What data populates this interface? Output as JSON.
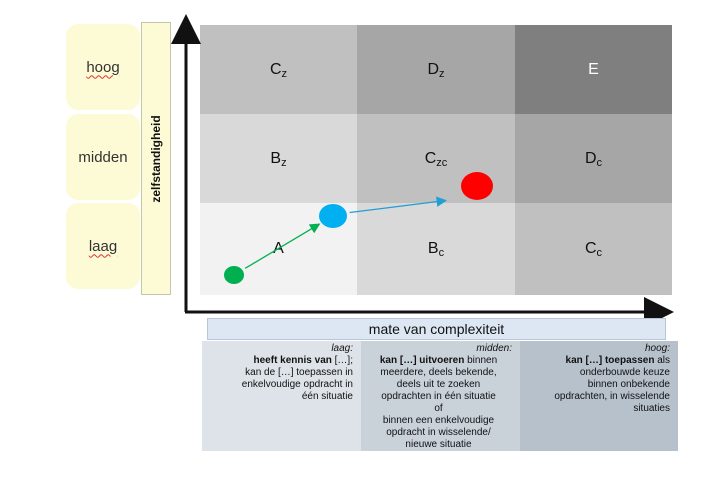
{
  "y_axis": {
    "label": "zelfstandigheid",
    "levels": [
      {
        "label": "hoog",
        "spellcheck": true
      },
      {
        "label": "midden",
        "spellcheck": false
      },
      {
        "label": "laag",
        "spellcheck": true
      }
    ]
  },
  "x_axis": {
    "label": "mate van complexiteit",
    "levels": [
      {
        "title": "laag:",
        "lines": [
          {
            "bold": "heeft kennis van",
            "rest": " […];"
          },
          {
            "bold": "",
            "rest": "kan de […] toepassen in"
          },
          {
            "bold": "",
            "rest": "enkelvoudige opdracht in"
          },
          {
            "bold": "",
            "rest": "één situatie"
          }
        ]
      },
      {
        "title": "midden:",
        "lines": [
          {
            "bold": "kan […] uitvoeren",
            "rest": " binnen"
          },
          {
            "bold": "",
            "rest": "meerdere, deels bekende,"
          },
          {
            "bold": "",
            "rest": "deels uit te zoeken"
          },
          {
            "bold": "",
            "rest": "opdrachten in één situatie"
          },
          {
            "bold": "",
            "rest": "of"
          },
          {
            "bold": "",
            "rest": "binnen een enkelvoudige"
          },
          {
            "bold": "",
            "rest": "opdracht in wisselende/"
          },
          {
            "bold": "",
            "rest": "nieuwe situatie"
          }
        ]
      },
      {
        "title": "hoog:",
        "lines": [
          {
            "bold": "kan […] toepassen",
            "rest": " als"
          },
          {
            "bold": "",
            "rest": "onderbouwde keuze"
          },
          {
            "bold": "",
            "rest": "binnen onbekende"
          },
          {
            "bold": "",
            "rest": "opdrachten, in wisselende"
          },
          {
            "bold": "",
            "rest": "situaties"
          }
        ]
      }
    ]
  },
  "grid": [
    [
      {
        "main": "C",
        "sub": "z",
        "color": "#c0c0c0",
        "text_color": "#111111"
      },
      {
        "main": "D",
        "sub": "z",
        "color": "#a6a6a6",
        "text_color": "#111111"
      },
      {
        "main": "E",
        "sub": "",
        "color": "#7f7f7f",
        "text_color": "#ffffff"
      }
    ],
    [
      {
        "main": "B",
        "sub": "z",
        "color": "#d9d9d9",
        "text_color": "#111111"
      },
      {
        "main": "C",
        "sub": "zc",
        "color": "#c0c0c0",
        "text_color": "#111111"
      },
      {
        "main": "D",
        "sub": "c",
        "color": "#a6a6a6",
        "text_color": "#111111"
      }
    ],
    [
      {
        "main": "A",
        "sub": "",
        "color": "#f2f2f2",
        "text_color": "#111111"
      },
      {
        "main": "B",
        "sub": "c",
        "color": "#d9d9d9",
        "text_color": "#111111"
      },
      {
        "main": "C",
        "sub": "c",
        "color": "#c0c0c0",
        "text_color": "#111111"
      }
    ]
  ],
  "points": [
    {
      "name": "green",
      "color": "#00b050"
    },
    {
      "name": "blue",
      "color": "#00b0f0"
    },
    {
      "name": "red",
      "color": "#ff0000"
    }
  ],
  "arrows": [
    {
      "from": "green",
      "to": "blue",
      "color": "#00b050"
    },
    {
      "from": "blue",
      "to": "red",
      "color": "#1f9fd6"
    }
  ],
  "desc_colors": [
    "#dde3e8",
    "#c9d1d9",
    "#b7c1cc"
  ]
}
